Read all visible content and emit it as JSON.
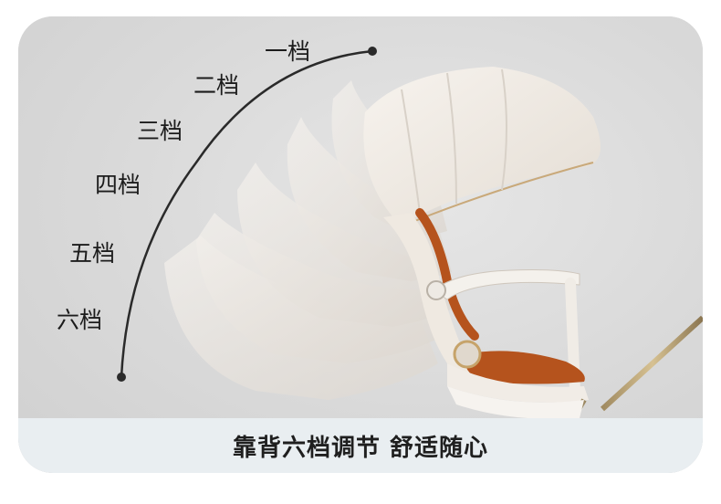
{
  "levels": [
    "一档",
    "二档",
    "三档",
    "四档",
    "五档",
    "六档"
  ],
  "caption": "靠背六档调节 舒适随心",
  "colors": {
    "background": "#dcdcdc",
    "caption_bar": "#e9eef1",
    "stroller_shell": "#f2ede6",
    "accent_orange": "#b5531d",
    "arc_line": "#2a2a2a"
  }
}
